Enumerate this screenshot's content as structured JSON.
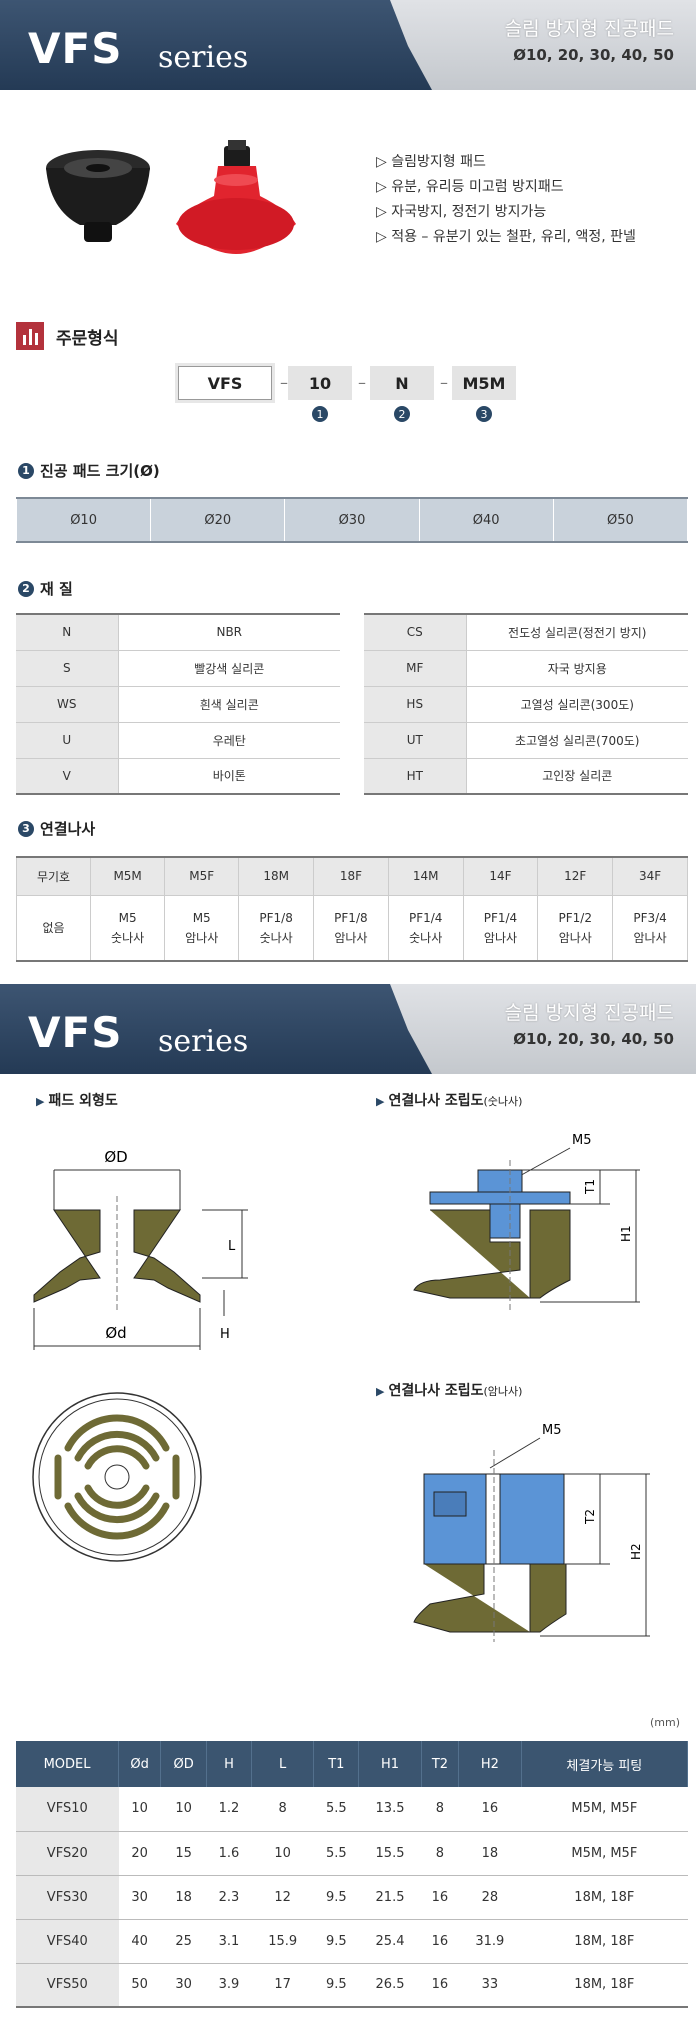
{
  "banner": {
    "logo": "VFS",
    "series": "series",
    "title_kr": "슬림 방지형 진공패드",
    "sizes": "Ø10, 20, 30, 40, 50"
  },
  "features": [
    "▷ 슬림방지형 패드",
    "▷ 유분, 유리등 미고럼 방지패드",
    "▷ 자국방지, 정전기 방지가능",
    "▷ 적용 – 유분기 있는 철판, 유리, 액정, 판넬"
  ],
  "order": {
    "title": "주문형식",
    "codes": [
      "VFS",
      "10",
      "N",
      "M5M"
    ],
    "nums": [
      "1",
      "2",
      "3"
    ]
  },
  "size_section": {
    "num": "1",
    "title": "진공 패드 크기(Ø)",
    "values": [
      "Ø10",
      "Ø20",
      "Ø30",
      "Ø40",
      "Ø50"
    ]
  },
  "material_section": {
    "num": "2",
    "title": "재 질",
    "left": [
      {
        "code": "N",
        "name": "NBR"
      },
      {
        "code": "S",
        "name": "빨강색 실리콘"
      },
      {
        "code": "WS",
        "name": "흰색 실리콘"
      },
      {
        "code": "U",
        "name": "우레탄"
      },
      {
        "code": "V",
        "name": "바이톤"
      }
    ],
    "right": [
      {
        "code": "CS",
        "name": "전도성 실리콘(정전기 방지)"
      },
      {
        "code": "MF",
        "name": "자국 방지용"
      },
      {
        "code": "HS",
        "name": "고열성 실리콘(300도)"
      },
      {
        "code": "UT",
        "name": "초고열성 실리콘(700도)"
      },
      {
        "code": "HT",
        "name": "고인장 실리콘"
      }
    ]
  },
  "thread_section": {
    "num": "3",
    "title": "연결나사",
    "headers": [
      "무기호",
      "M5M",
      "M5F",
      "18M",
      "18F",
      "14M",
      "14F",
      "12F",
      "34F"
    ],
    "row": [
      [
        "없음"
      ],
      [
        "M5",
        "숫나사"
      ],
      [
        "M5",
        "암나사"
      ],
      [
        "PF1/8",
        "숫나사"
      ],
      [
        "PF1/8",
        "암나사"
      ],
      [
        "PF1/4",
        "숫나사"
      ],
      [
        "PF1/4",
        "암나사"
      ],
      [
        "PF1/2",
        "암나사"
      ],
      [
        "PF3/4",
        "암나사"
      ]
    ]
  },
  "drawings": {
    "pad_outline": "패드 외형도",
    "male_title": "연결나사 조립도",
    "male_sub": "(숫나사)",
    "female_title": "연결나사 조립도",
    "female_sub": "(암나사)",
    "labels": {
      "od": "ØD",
      "id": "Ød",
      "L": "L",
      "H": "H",
      "M5": "M5",
      "T1": "T1",
      "H1": "H1",
      "T2": "T2",
      "H2": "H2"
    }
  },
  "spec": {
    "unit": "(mm)",
    "headers": [
      "MODEL",
      "Ød",
      "ØD",
      "H",
      "L",
      "T1",
      "H1",
      "T2",
      "H2",
      "체결가능 피팅"
    ],
    "rows": [
      [
        "VFS10",
        "10",
        "10",
        "1.2",
        "8",
        "5.5",
        "13.5",
        "8",
        "16",
        "M5M, M5F"
      ],
      [
        "VFS20",
        "20",
        "15",
        "1.6",
        "10",
        "5.5",
        "15.5",
        "8",
        "18",
        "M5M, M5F"
      ],
      [
        "VFS30",
        "30",
        "18",
        "2.3",
        "12",
        "9.5",
        "21.5",
        "16",
        "28",
        "18M, 18F"
      ],
      [
        "VFS40",
        "40",
        "25",
        "3.1",
        "15.9",
        "9.5",
        "25.4",
        "16",
        "31.9",
        "18M, 18F"
      ],
      [
        "VFS50",
        "50",
        "30",
        "3.9",
        "17",
        "9.5",
        "26.5",
        "16",
        "33",
        "18M, 18F"
      ]
    ]
  },
  "colors": {
    "navy": "#2a4866",
    "pad_olive": "#6e6a35",
    "fitting_blue": "#5b94d6",
    "accent_red": "#b3323c"
  }
}
